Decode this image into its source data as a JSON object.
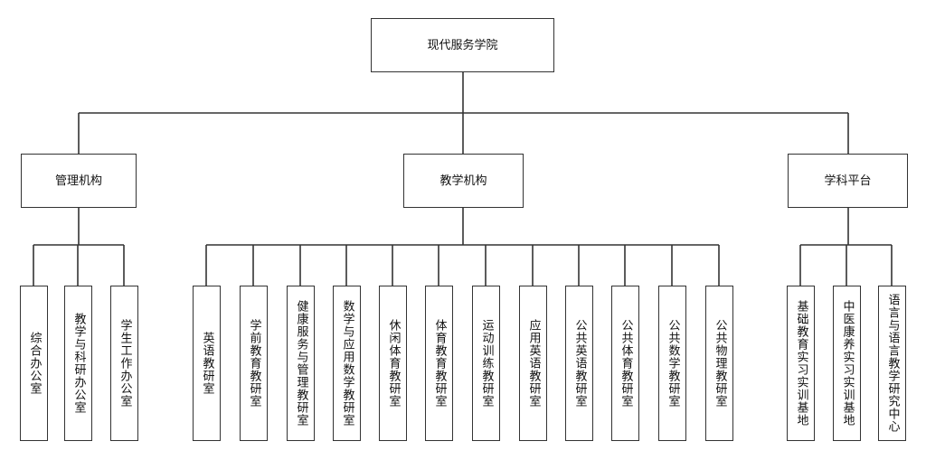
{
  "root": "现代服务学院",
  "branches": [
    {
      "label": "管理机构",
      "children": [
        "综合办公室",
        "教学与科研办公室",
        "学生工作办公室"
      ]
    },
    {
      "label": "教学机构",
      "children": [
        "英语教研室",
        "学前教育教研室",
        "健康服务与管理教研室",
        "数学与应用数学教研室",
        "休闲体育教研室",
        "体育教育教研室",
        "运动训练教研室",
        "应用英语教研室",
        "公共英语教研室",
        "公共体育教研室",
        "公共数学教研室",
        "公共物理教研室"
      ]
    },
    {
      "label": "学科平台",
      "children": [
        "基础教育实习实训基地",
        "中医康养实习实训基地",
        "语言与语言教学研究中心"
      ]
    }
  ]
}
